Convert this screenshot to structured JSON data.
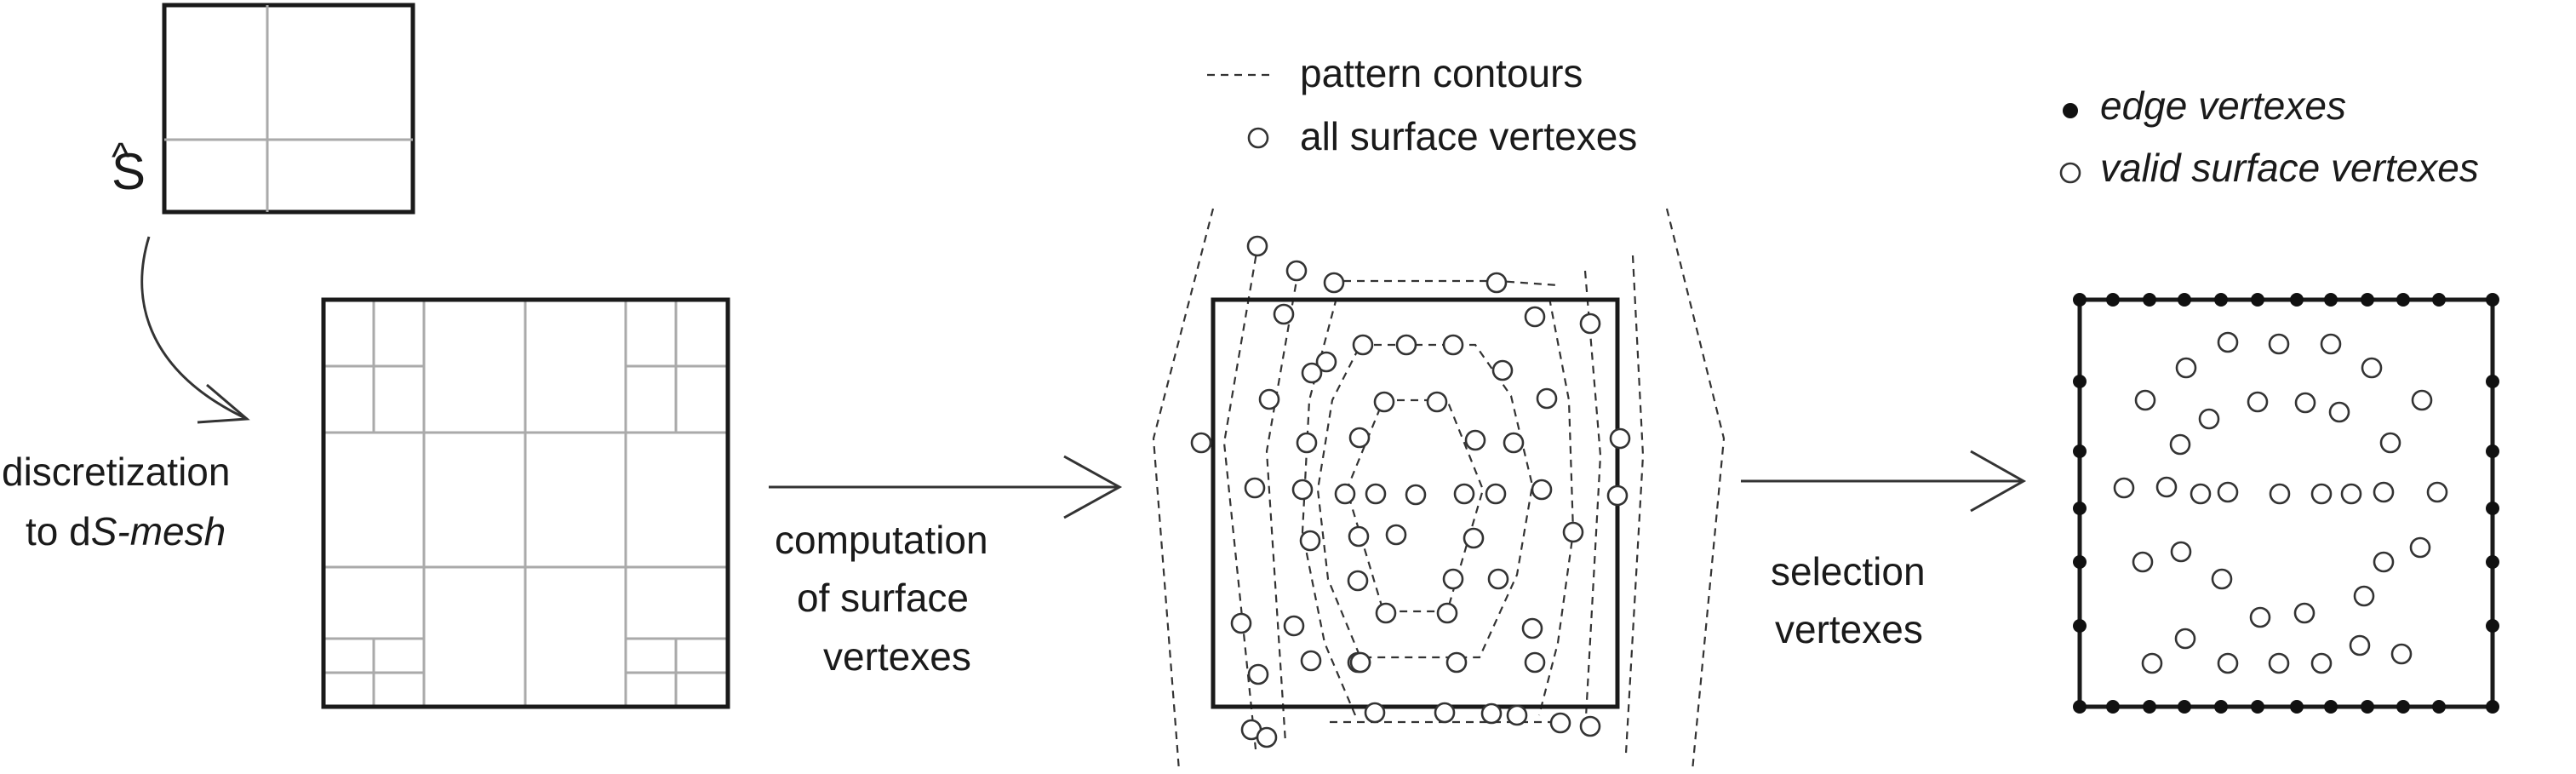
{
  "symbol": {
    "text": "S",
    "hat": "^"
  },
  "step1": {
    "line1": "discretization",
    "line2_prefix": "to d",
    "line2_italic": "S-mesh"
  },
  "step2": {
    "line1": "computation",
    "line2": "of surface",
    "line3": "vertexes"
  },
  "step3": {
    "line1": "selection",
    "line2": "vertexes"
  },
  "legend_middle": {
    "contours": "pattern contours",
    "vertexes": "all surface vertexes"
  },
  "legend_right": {
    "edge": "edge vertexes",
    "valid": "valid surface vertexes"
  }
}
